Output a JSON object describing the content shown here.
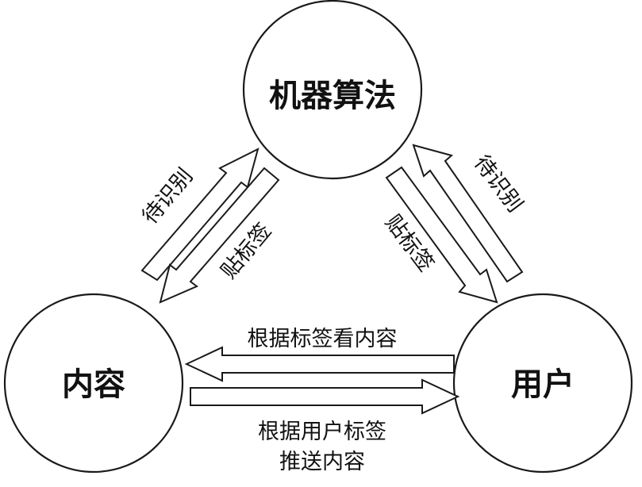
{
  "colors": {
    "stroke": "#1a1a1a",
    "fill": "#ffffff",
    "text": "#111111"
  },
  "nodes": {
    "algorithm": "机器算法",
    "content": "内容",
    "user": "用户"
  },
  "edges": {
    "content_to_algorithm": "待识别",
    "algorithm_to_content": "贴标签",
    "algorithm_to_user": "贴标签",
    "user_to_algorithm": "待识别",
    "user_to_content": "根据标签看内容",
    "content_to_user_line1": "根据用户标签",
    "content_to_user_line2": "推送内容"
  }
}
